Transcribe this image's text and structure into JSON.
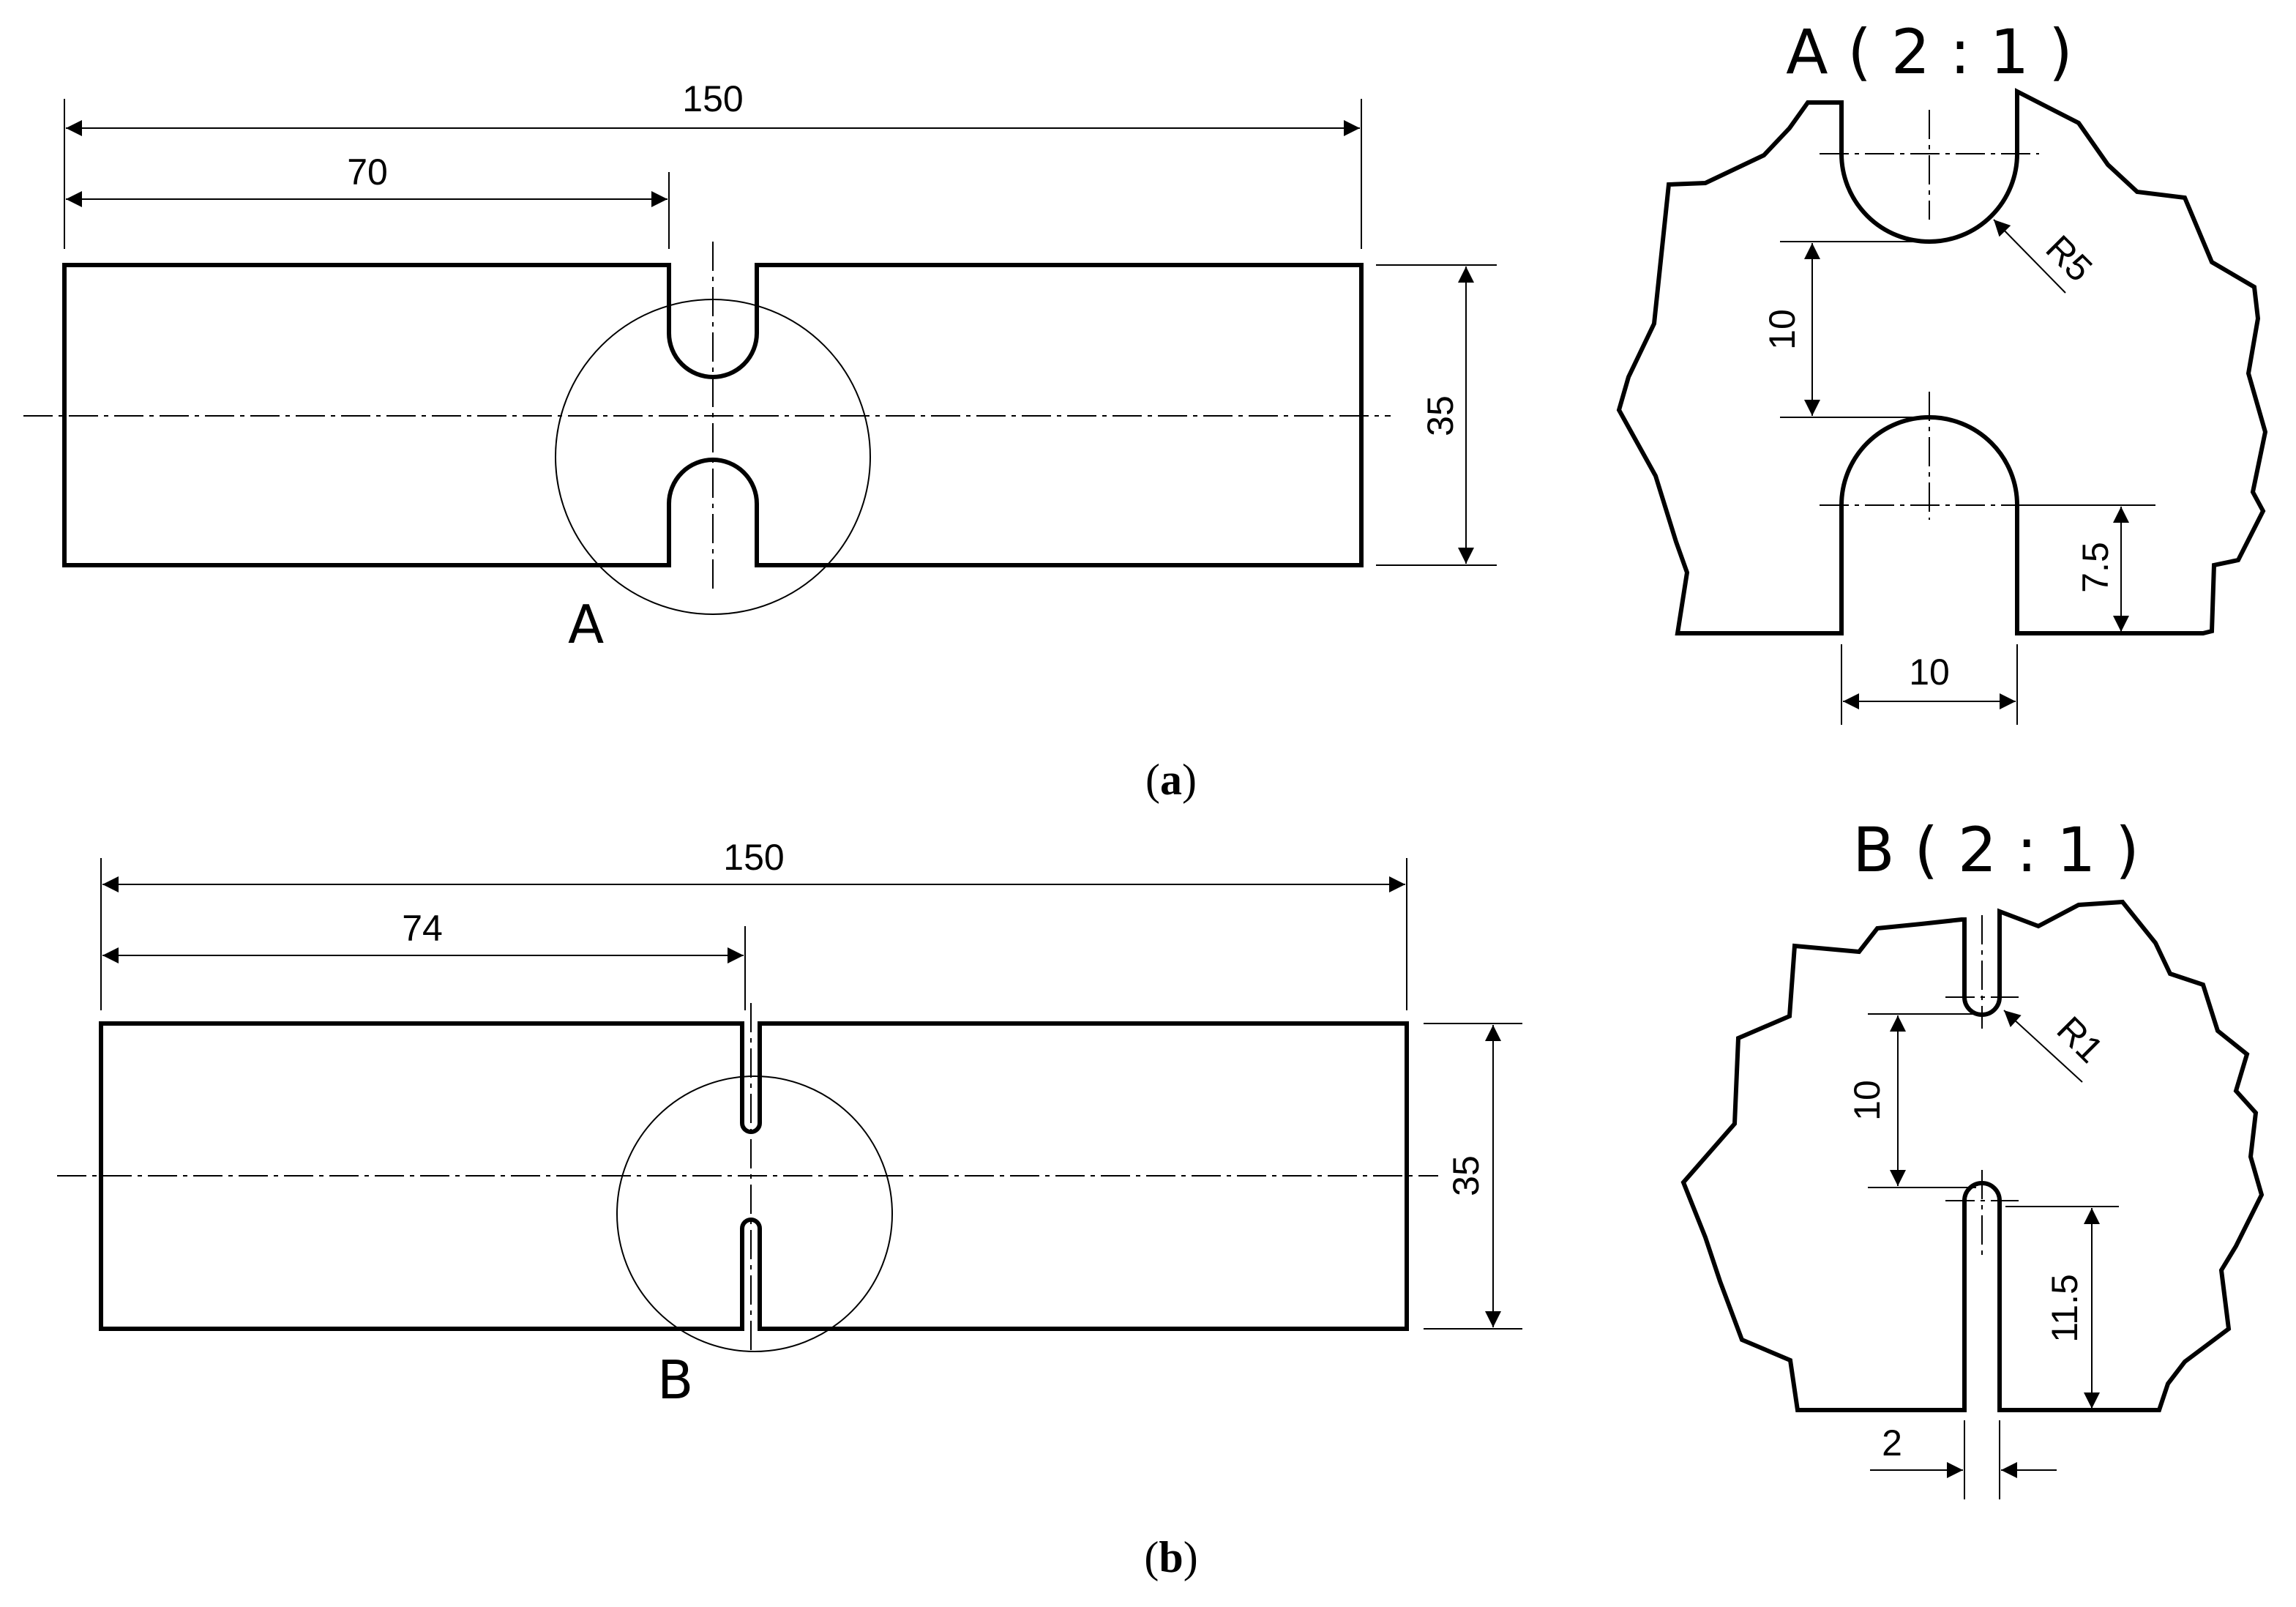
{
  "figure_a": {
    "caption_open": "(",
    "caption_label": "a",
    "caption_close": ")",
    "dims": {
      "overall_length": "150",
      "notch_position": "70",
      "width": "35"
    },
    "detail_marker": "A",
    "detail": {
      "title": "A ( 2 : 1 )",
      "notch_radius": "R5",
      "ligament": "10",
      "notch_depth": "7.5",
      "notch_width": "10"
    }
  },
  "figure_b": {
    "caption_open": "(",
    "caption_label": "b",
    "caption_close": ")",
    "dims": {
      "overall_length": "150",
      "notch_position": "74",
      "width": "35"
    },
    "detail_marker": "B",
    "detail": {
      "title": "B ( 2 : 1 )",
      "notch_radius": "R1",
      "ligament": "10",
      "notch_depth": "11.5",
      "notch_width": "2"
    }
  }
}
